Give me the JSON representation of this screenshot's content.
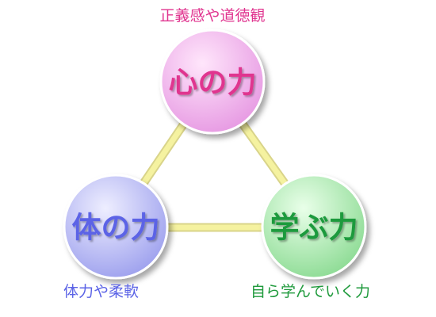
{
  "nodes": {
    "heart": {
      "label": "心の力",
      "caption": "正義感や道徳観",
      "text_color": "#e0348f",
      "fill_light": "#ffe6fb",
      "fill_dark": "#e79be3"
    },
    "body": {
      "label": "体の力",
      "caption": "体力や柔軟",
      "text_color": "#5b63e6",
      "fill_light": "#eeeeff",
      "fill_dark": "#9fa2ee"
    },
    "learn": {
      "label": "学ぶ力",
      "caption": "自ら学んでいく力",
      "text_color": "#1f9a3c",
      "fill_light": "#e9ffe9",
      "fill_dark": "#8fdc96"
    }
  },
  "connector_color": "#f5f2a0",
  "connector_stroke": "#d9d48a"
}
